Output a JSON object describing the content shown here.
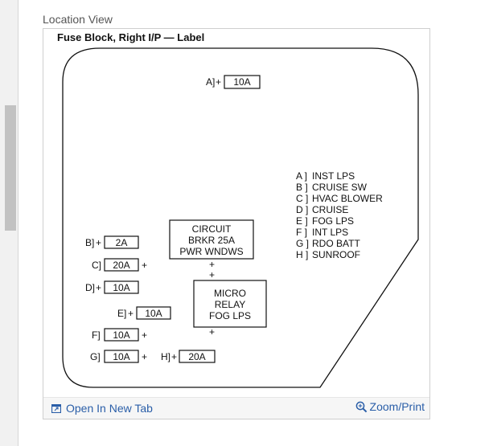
{
  "section_title": "Location View",
  "figure_title": "Fuse Block, Right I/P — Label",
  "fuses": [
    {
      "id": "A",
      "label": "A]",
      "rating": "10A"
    },
    {
      "id": "B",
      "label": "B]",
      "rating": "2A"
    },
    {
      "id": "C",
      "label": "C]",
      "rating": "20A"
    },
    {
      "id": "D",
      "label": "D]",
      "rating": "10A"
    },
    {
      "id": "E",
      "label": "E]",
      "rating": "10A"
    },
    {
      "id": "F",
      "label": "F]",
      "rating": "10A"
    },
    {
      "id": "G",
      "label": "G]",
      "rating": "10A"
    },
    {
      "id": "H",
      "label": "H]",
      "rating": "20A"
    }
  ],
  "plus": "+",
  "circuit_breaker": [
    "CIRCUIT",
    "BRKR 25A",
    "PWR WNDWS"
  ],
  "micro_relay": [
    "MICRO",
    "RELAY",
    "FOG LPS"
  ],
  "legend": [
    {
      "key": "A ]",
      "text": "INST LPS"
    },
    {
      "key": "B ]",
      "text": "CRUISE SW"
    },
    {
      "key": "C ]",
      "text": "HVAC BLOWER"
    },
    {
      "key": "D ]",
      "text": "CRUISE"
    },
    {
      "key": "E ]",
      "text": "FOG LPS"
    },
    {
      "key": "F ]",
      "text": "INT LPS"
    },
    {
      "key": "G ]",
      "text": "RDO BATT"
    },
    {
      "key": "H ]",
      "text": "SUNROOF"
    }
  ],
  "footer": {
    "open_tab": "Open In New Tab",
    "zoom": "Zoom/Print",
    "open_tab_icon": "open-in-new-tab-icon",
    "zoom_icon": "magnifier-icon"
  },
  "colors": {
    "link": "#2a5ea8",
    "line": "#111111"
  }
}
